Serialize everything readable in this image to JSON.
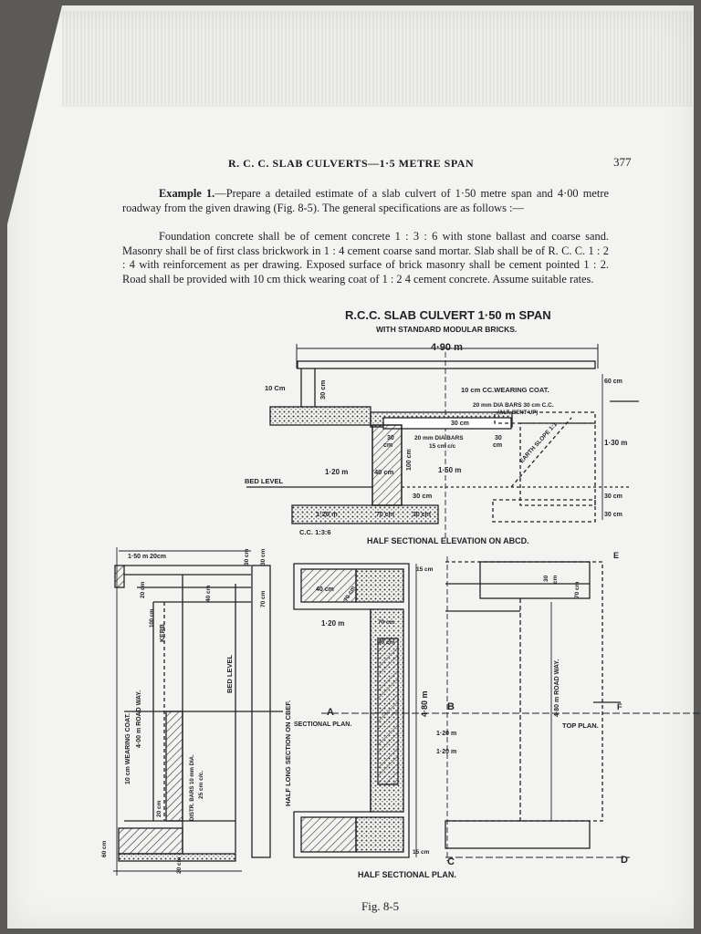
{
  "page": {
    "running_head": "R. C. C. SLAB CULVERTS—1·5 METRE SPAN",
    "page_number": "377"
  },
  "text": {
    "example_label": "Example 1.",
    "example_body": "—Prepare a detailed estimate of a slab culvert of 1·50 metre span and 4·00 metre roadway from the given drawing (Fig. 8-5). The general specifications are as follows :—",
    "specification": "Foundation concrete shall be of cement concrete 1 : 3 : 6 with stone ballast and coarse sand. Masonry shall be of first class brickwork in 1 : 4 cement coarse sand mortar. Slab shall be of R. C. C. 1 : 2 : 4 with reinforcement as per drawing. Exposed surface of brick masonry shall be cement pointed 1 : 2. Road shall be provided with 10 cm thick wearing coat of 1 : 2 4 cement concrete. Assume suitable rates."
  },
  "drawing": {
    "title": "R.C.C. SLAB CULVERT 1·50 m SPAN",
    "subtitle": "WITH STANDARD MODULAR BRICKS.",
    "elevation": {
      "overall_width": "4·90 m",
      "dim_10cm": "10 Cm",
      "dim_30cm_left": "30 cm",
      "wearing_coat": "10 cm CC.WEARING COAT.",
      "bars_top": "20 mm DIA BARS 30 cm C.C.",
      "bars_alt": "(ALT. BENT UP)",
      "dim_30cm_slab": "30 cm",
      "dim_60cm_right": "60 cm",
      "dim_30_a": "30",
      "dim_cm_a": "cm",
      "bars_bottom_1": "20 mm DIA BARS",
      "bars_bottom_2": "15 cm c/c",
      "dim_30_b": "30",
      "dim_cm_b": "cm",
      "earth_slope": "EARTH SLOPE 1:1",
      "dim_130m": "1·30 m",
      "bed_level": "BED LEVEL",
      "dim_120m": "1·20 m",
      "dim_40cm": "40 cm",
      "dim_100cm": "100 cm",
      "dim_150m": "1·50 m",
      "dim_30cm_mid": "30 cm",
      "dim_30cm_r1": "30 cm",
      "dim_30cm_r2": "30 cm",
      "dim_120m_found": "1·20 m",
      "dim_70cm": "70 cm",
      "dim_30cm_found": "30 cm",
      "cc_mix": "C.C. 1:3:6",
      "caption": "HALF SECTIONAL ELEVATION ON ABCD."
    },
    "long_section": {
      "dim_top": "1·50 m 20cm",
      "dim_30cm_a": "30 cm",
      "dim_30cm_b": "30 cm",
      "dim_20cm": "20 cm",
      "dim_40cm": "40 cm",
      "dim_70cm": "70 cm",
      "dim_100cm": "100 cm",
      "kerb": "KERB",
      "bed_level": "BED LEVEL",
      "wearing_coat": "10 cm WEARING COAT.",
      "road_way": "4·00 m ROAD WAY.",
      "distr_bars": "DISTR. BARS 10 mm DIA.",
      "bar_spacing": "25 cm c/c.",
      "title": "HALF LONG SECTION ON CBEF.",
      "dim_20cm_bottom": "20 cm",
      "dim_60cm": "60 cm",
      "dim_20cm_foot": "20 cm"
    },
    "plan": {
      "dim_15cm_top": "15 cm",
      "dim_40cm": "40 cm",
      "dim_70cm_a": "70 cm",
      "dim_120m": "1·20 m",
      "dim_70cm_b": "70 cm",
      "dim_40cm_b": "40 cm",
      "point_a": "A",
      "sectional_plan": "SECTIONAL PLAN.",
      "dim_480m": "4·80 m",
      "point_b": "B",
      "dim_120m_b": "1·20 m",
      "dim_120m_c": "1·20 m",
      "dim_15cm_bottom": "15 cm",
      "point_c": "C",
      "point_d": "D",
      "point_e": "E",
      "point_f": "F",
      "top_dim_30": "30",
      "top_dim_cm": "cm",
      "top_dim_70cm": "70 cm",
      "top_roadway": "4·80 m ROAD WAY.",
      "top_plan": "TOP PLAN.",
      "caption": "HALF SECTIONAL PLAN."
    },
    "figure_caption": "Fig. 8-5"
  }
}
